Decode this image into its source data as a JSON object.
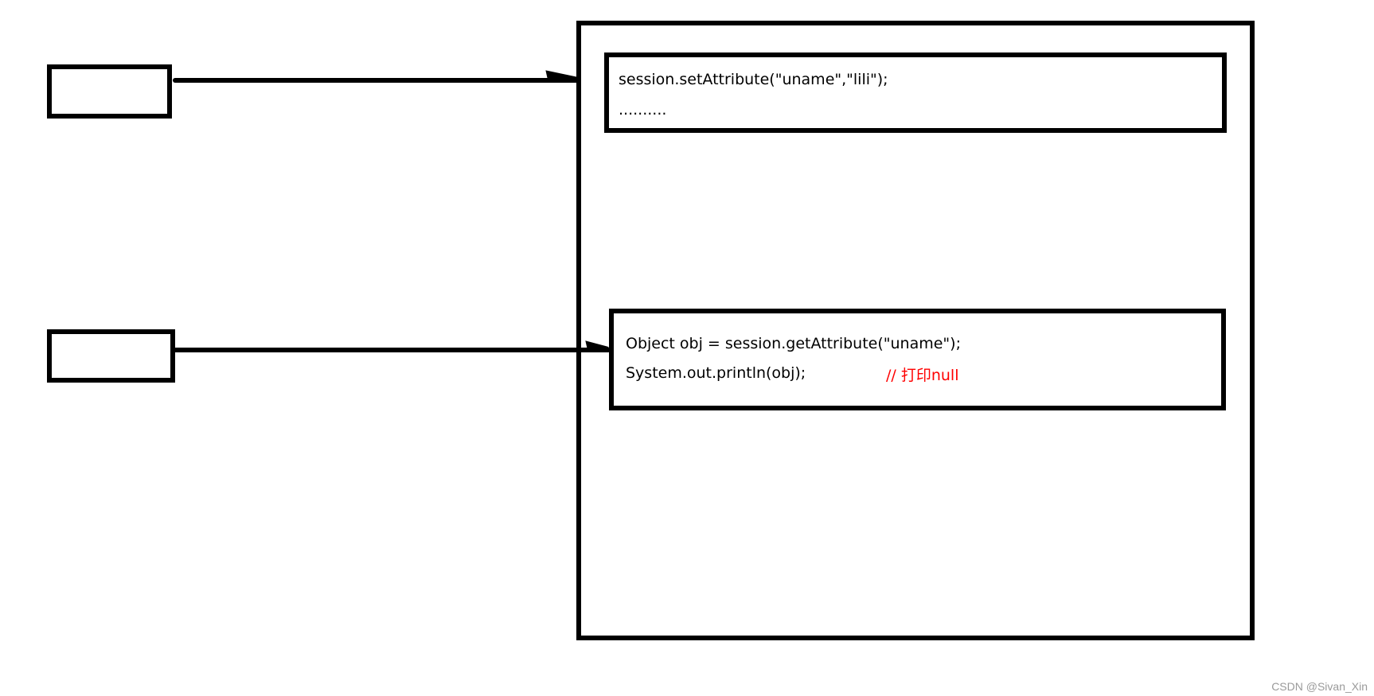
{
  "request1": {
    "line1": "session.setAttribute(\"uname\",\"lili\");",
    "line2": ".........."
  },
  "request2": {
    "line1": "Object obj = session.getAttribute(\"uname\");",
    "line2": "System.out.println(obj);",
    "comment": "// 打印null"
  },
  "watermark": "CSDN @Sivan_Xin",
  "colors": {
    "stroke": "#000000",
    "comment": "#ff0000",
    "watermark": "#9a9a9a"
  }
}
